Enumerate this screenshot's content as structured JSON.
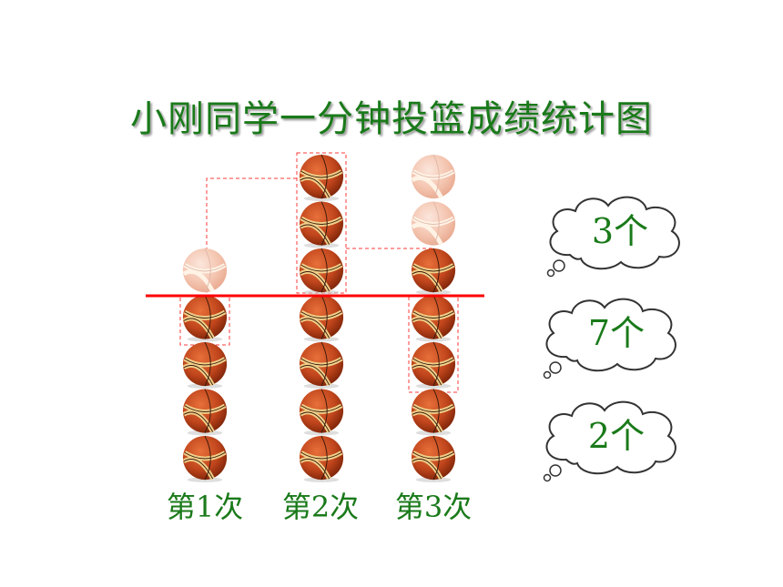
{
  "title": "小刚同学一分钟投篮成绩统计图",
  "columns": [
    {
      "label": "第1次",
      "balls": 4,
      "faded": 1
    },
    {
      "label": "第2次",
      "balls": 7,
      "faded": 0
    },
    {
      "label": "第3次",
      "balls": 5,
      "faded": 2
    }
  ],
  "answers": [
    "3个",
    "7个",
    "2个"
  ],
  "colors": {
    "title": "#1a7a1a",
    "label": "#1a7a1a",
    "average_line": "#ff0000",
    "ball": "#c0451c",
    "ball_stripe": "#e8c880"
  }
}
